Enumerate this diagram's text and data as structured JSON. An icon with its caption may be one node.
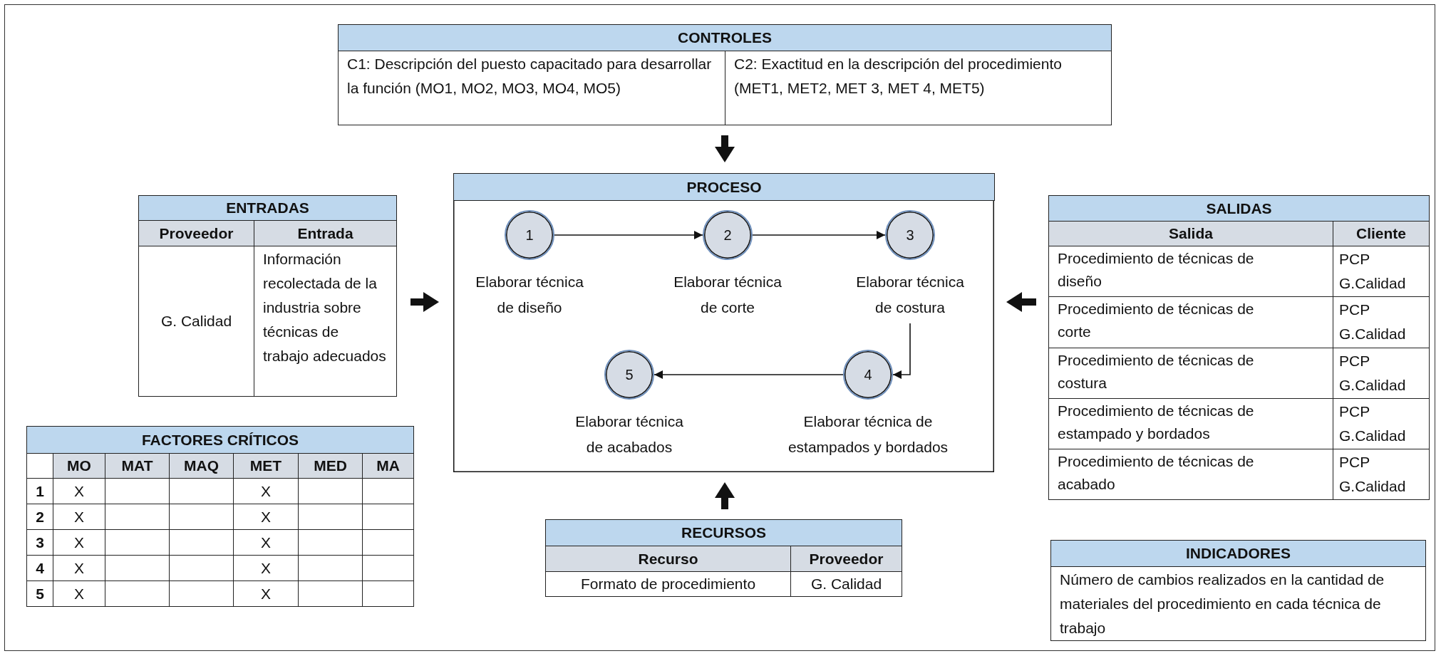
{
  "diagram": {
    "nodes": [
      {
        "text": [
          "CONTROLES",
          "C1: Descripción del puesto capacitado para desarrollar la función (MO1, MO2, MO3, MO4, MO5)",
          "C2: Exactitud en la descripción del procedimiento (MET1, MET2, MET 3, MET 4, MET5)"
        ]
      },
      {
        "text": [
          "ENTRADAS",
          "Proveedor",
          "Entrada",
          "G. Calidad",
          "Información recolectada de la industria sobre técnicas de trabajo adecuados"
        ]
      },
      {
        "text": [
          "PROCESO"
        ]
      },
      {
        "text": [
          "1"
        ],
        "in": 2,
        "beside": [
          "Elaborar técnica de diseño"
        ]
      },
      {
        "text": [
          "2"
        ],
        "in": 2,
        "beside": [
          "Elaborar técnica de corte"
        ]
      },
      {
        "text": [
          "3"
        ],
        "in": 2,
        "beside": [
          "Elaborar técnica de costura"
        ]
      },
      {
        "text": [
          "4"
        ],
        "in": 2,
        "beside": [
          "Elaborar técnica de estampados y bordados"
        ]
      },
      {
        "text": [
          "5"
        ],
        "in": 2,
        "beside": [
          "Elaborar técnica de acabados"
        ]
      },
      {
        "text": [
          "SALIDAS",
          "Salida",
          "Cliente",
          "Procedimiento de técnicas de diseño",
          "PCP G.Calidad",
          "Procedimiento de técnicas de corte",
          "PCP G.Calidad",
          "Procedimiento de técnicas de costura",
          "PCP G.Calidad",
          "Procedimiento de técnicas de estampado y bordados",
          "PCP G.Calidad",
          "Procedimiento de técnicas de acabado",
          "PCP G.Calidad"
        ]
      },
      {
        "text": [
          "FACTORES CRÍTICOS",
          "MO",
          "MAT",
          "MAQ",
          "MET",
          "MED",
          "MA",
          "1",
          "X",
          "X",
          "2",
          "X",
          "X",
          "3",
          "X",
          "X",
          "4",
          "X",
          "X",
          "5",
          "X",
          "X"
        ]
      },
      {
        "text": [
          "RECURSOS",
          "Recurso",
          "Proveedor",
          "Formato de procedimiento",
          "G. Calidad"
        ]
      },
      {
        "text": [
          "INDICADORES",
          "Número de cambios realizados en la cantidad de materiales del procedimiento en cada técnica de trabajo"
        ]
      }
    ],
    "edges": [
      {
        "from": 3,
        "to": 4,
        "arrow": "to"
      },
      {
        "from": 4,
        "to": 5,
        "arrow": "to"
      },
      {
        "from": 5,
        "to": 6,
        "arrow": "to"
      },
      {
        "from": 6,
        "to": 7,
        "arrow": "to"
      },
      {
        "from": 0,
        "to": 2,
        "arrow": "to",
        "style": "thick"
      },
      {
        "from": 1,
        "to": 2,
        "arrow": "to",
        "style": "thick"
      },
      {
        "from": 8,
        "to": 2,
        "arrow": "to",
        "style": "thick"
      },
      {
        "from": 10,
        "to": 2,
        "arrow": "to",
        "style": "thick"
      }
    ]
  }
}
